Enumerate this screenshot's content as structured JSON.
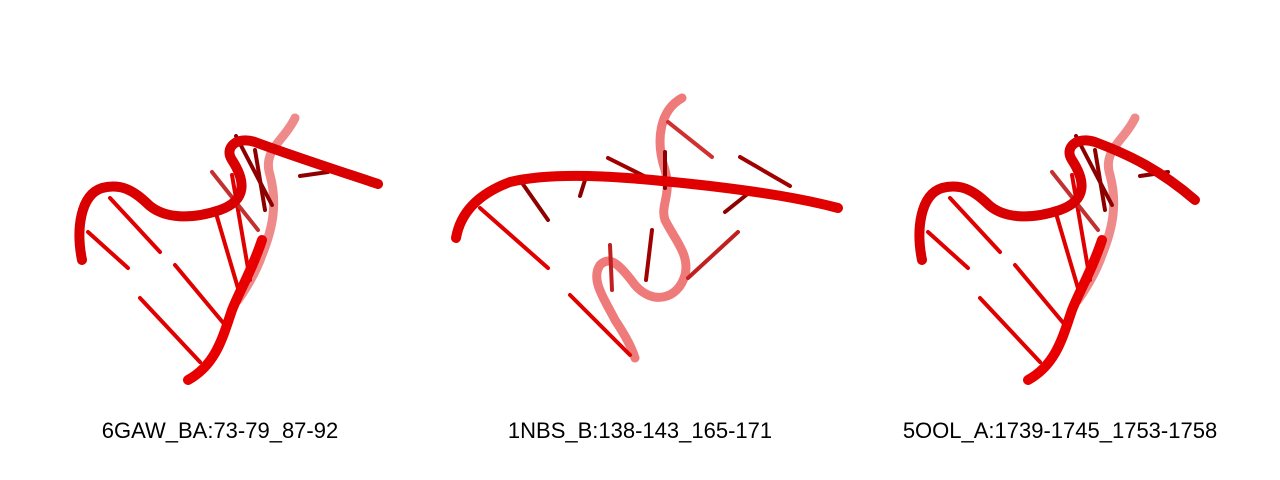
{
  "panels": [
    {
      "label": "6GAW_BA:73-79_87-92"
    },
    {
      "label": "1NBS_B:138-143_165-171"
    },
    {
      "label": "5OOL_A:1739-1745_1753-1758"
    }
  ],
  "colors": {
    "backbone": "#e80000",
    "backbone_dark": "#a80000",
    "backbone_faded": "#ef7a7a",
    "base": "#e00000",
    "base_dark": "#8e0000"
  }
}
